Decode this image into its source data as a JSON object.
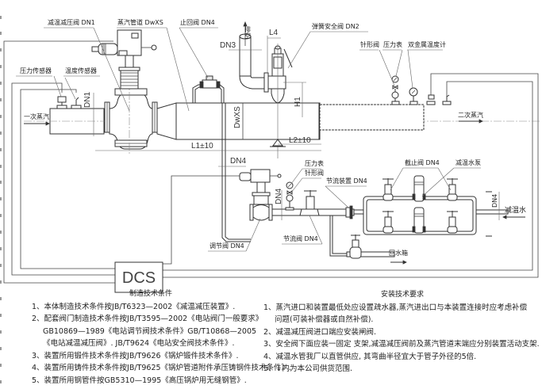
{
  "labels": {
    "main_valve": "减温减压阀 DN1",
    "steam_pipe": "蒸汽管道 DwXS",
    "check_valve": "止回阀 DN4",
    "exhaust": "排空",
    "safety_valve": "弹簧安全阀 DN2",
    "needle_valve_top": "针形阀",
    "pressure_gauge_top": "压力表",
    "bimetal_thermo": "双金属温度计",
    "pressure_sensor": "压力传感器",
    "temp_sensor": "温度传感器",
    "primary_steam": "一次蒸汽",
    "secondary_steam": "二次蒸汽",
    "pressure_gauge_mid": "压力表",
    "needle_valve_mid": "针形阀",
    "throttle_device": "节流装置 DN4",
    "stop_valve": "截止阀 DN4",
    "desuper_pump": "减温水泵",
    "desuper_water": "减温水",
    "return_tank": "回水箱",
    "reg_valve": "调节阀 DN4",
    "throttle_valve": "节流阀 DN4",
    "dcs": "DCS"
  },
  "dimensions": {
    "dn1": "DN1",
    "dn3": "DN3",
    "dn4_a": "DN4",
    "dn4_b": "DN4",
    "dn4_c": "DN4",
    "l4": "L4",
    "h1": "H1",
    "dwxs": "DwXS",
    "l1": "L1±10",
    "l2": "L2±10"
  },
  "notes_mfg": {
    "title": "制造技术条件",
    "items": [
      "1、本体制造技术条件按JB/T6323—2002《减温减压装置》.",
      "2、配套阀门制造技术条件按JB/T3595—2002《电站阀门一般要求》",
      "GB10869—1989《电站调节阀技术条件》GB/T10868—2005",
      "《电站减温减压阀》. JB/T9624《电站安全阀技术条件》.",
      "3、装置所用锻件技术条件按JB/T9626《锅炉锻件技术条件》.",
      "4、装置所用铸件技术条件按JB/T9625《锅炉管道附件承压铸钢件技术条件》.",
      "5、装置所用钢管件按GB5310—1995《高压锅炉用无缝钢管》."
    ]
  },
  "notes_install": {
    "title": "安装技术要求",
    "items": [
      "1、蒸汽进口和装置最低处应设置疏水器,蒸汽进出口与本装置连接时应考虑补偿",
      "问题(可装补偿器或自然补偿).",
      "2、减温减压阀进口端应安装闸阀.",
      "3、安全阀下面应装一固定 支架,减温减压阀前及蒸汽管道末端应分别装置活动支架.",
      "4、减温水管我厂以直管供应, 其弯曲半径宜大于管子外径的5倍.",
      "5、↓内为本公司供货范围."
    ]
  }
}
